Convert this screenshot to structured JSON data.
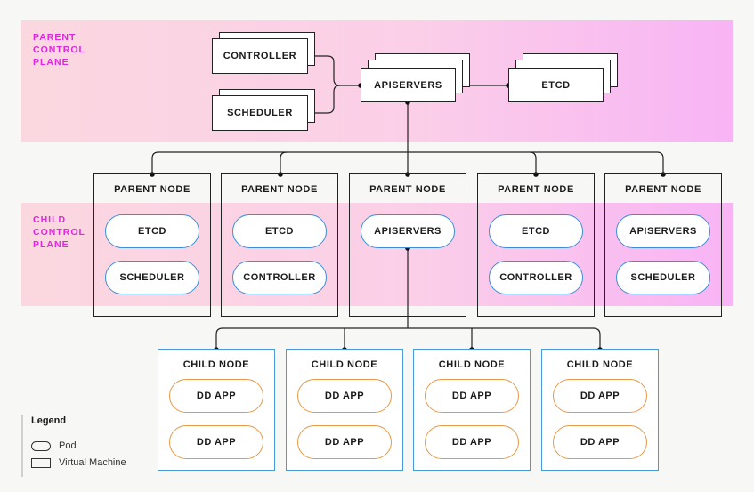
{
  "regions": {
    "parent_control_plane": "PARENT\nCONTROL\nPLANE",
    "child_control_plane": "CHILD\nCONTROL\nPLANE"
  },
  "parent_control_plane": {
    "controller": "CONTROLLER",
    "scheduler": "SCHEDULER",
    "apiservers": "APISERVERS",
    "etcd": "ETCD"
  },
  "parent_nodes": [
    {
      "title": "PARENT NODE",
      "pods": [
        "ETCD",
        "SCHEDULER"
      ]
    },
    {
      "title": "PARENT NODE",
      "pods": [
        "ETCD",
        "CONTROLLER"
      ]
    },
    {
      "title": "PARENT NODE",
      "pods": [
        "APISERVERS"
      ]
    },
    {
      "title": "PARENT NODE",
      "pods": [
        "ETCD",
        "CONTROLLER"
      ]
    },
    {
      "title": "PARENT NODE",
      "pods": [
        "APISERVERS",
        "SCHEDULER"
      ]
    }
  ],
  "child_nodes": [
    {
      "title": "CHILD NODE",
      "pods": [
        "DD APP",
        "DD APP"
      ]
    },
    {
      "title": "CHILD NODE",
      "pods": [
        "DD APP",
        "DD APP"
      ]
    },
    {
      "title": "CHILD NODE",
      "pods": [
        "DD APP",
        "DD APP"
      ]
    },
    {
      "title": "CHILD NODE",
      "pods": [
        "DD APP",
        "DD APP"
      ]
    }
  ],
  "legend": {
    "title": "Legend",
    "pod": "Pod",
    "vm": "Virtual Machine"
  },
  "colors": {
    "band_label": "#e026e0",
    "pod_blue": "#3b8fd8",
    "pod_orange": "#e59a4a",
    "child_node_border": "#4a9ad8"
  }
}
